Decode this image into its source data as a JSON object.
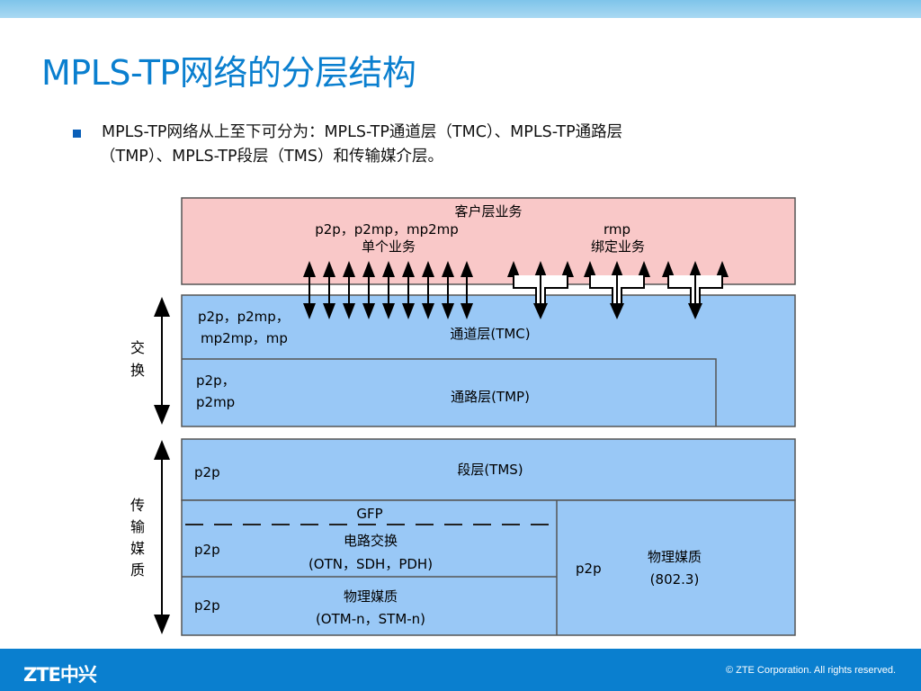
{
  "slide": {
    "title": "MPLS-TP网络的分层结构",
    "bullet_line1": "MPLS-TP网络从上至下可分为：MPLS-TP通道层（TMC）、MPLS-TP通路层",
    "bullet_line2": "（TMP）、MPLS-TP段层（TMS）和传输媒介层。"
  },
  "diagram": {
    "client_layer": "客户层业务",
    "client_left_line1": "p2p，p2mp，mp2mp",
    "client_left_line2": "单个业务",
    "client_right_line1": "rmp",
    "client_right_line2": "绑定业务",
    "tmc_types_line1": "p2p，p2mp，",
    "tmc_types_line2": "mp2mp，mp",
    "tmc_label": "通道层(TMC)",
    "tmp_types_line1": "p2p，",
    "tmp_types_line2": "p2mp",
    "tmp_label": "通路层(TMP)",
    "tms_types": "p2p",
    "tms_label": "段层(TMS)",
    "gfp_label": "GFP",
    "circuit_types": "p2p",
    "circuit_line1": "电路交换",
    "circuit_line2": "(OTN，SDH，PDH)",
    "physical_left_types": "p2p",
    "physical_left_line1": "物理媒质",
    "physical_left_line2": "(OTM-n，STM-n)",
    "physical_right_types": "p2p",
    "physical_right_line1": "物理媒质",
    "physical_right_line2": "(802.3)",
    "side_switch": [
      "交",
      "换"
    ],
    "side_transport": [
      "传",
      "输",
      "媒",
      "质"
    ],
    "colors": {
      "client_fill": "#f9c8c8",
      "layer_fill": "#99c8f6",
      "title_blue": "#0a7fcf",
      "footer_blue": "#0a7fcf"
    }
  },
  "footer": {
    "logo": "ZTE中兴",
    "copyright": "© ZTE Corporation. All rights reserved."
  }
}
